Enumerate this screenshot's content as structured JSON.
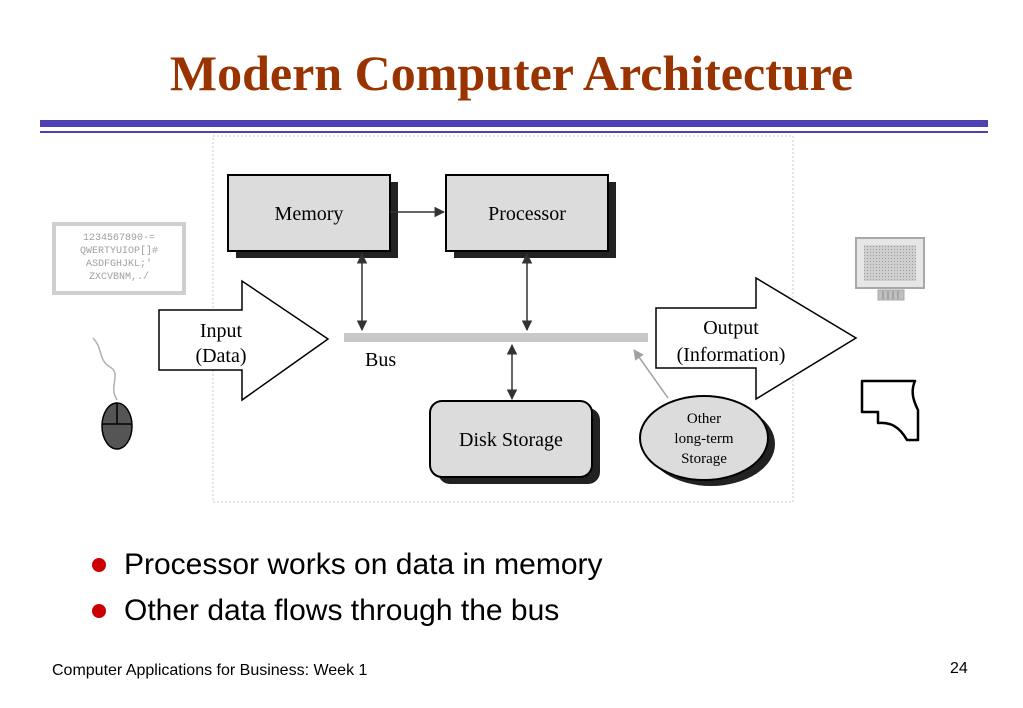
{
  "slide": {
    "title": "Modern Computer Architecture",
    "page_number": "24",
    "footer": "Computer Applications for Business: Week 1"
  },
  "diagram": {
    "memory_label": "Memory",
    "processor_label": "Processor",
    "bus_label": "Bus",
    "input_line1": "Input",
    "input_line2": "(Data)",
    "output_line1": "Output",
    "output_line2": "(Information)",
    "disk_label": "Disk Storage",
    "other_line1": "Other",
    "other_line2": "long-term",
    "other_line3": "Storage",
    "keyboard_lines": [
      "1234567890-=",
      "QWERTYUIOP[]#",
      "ASDFGHJKL;'",
      "ZXCVBNM,./"
    ]
  },
  "bullets": [
    "Processor works on data in memory",
    "Other data flows through the bus"
  ],
  "colors": {
    "title": "#993300",
    "rule": "#4d3fb4",
    "bullet": "#cc0000",
    "box_fill": "#dcdcdc",
    "bus": "#c8c8c8"
  }
}
